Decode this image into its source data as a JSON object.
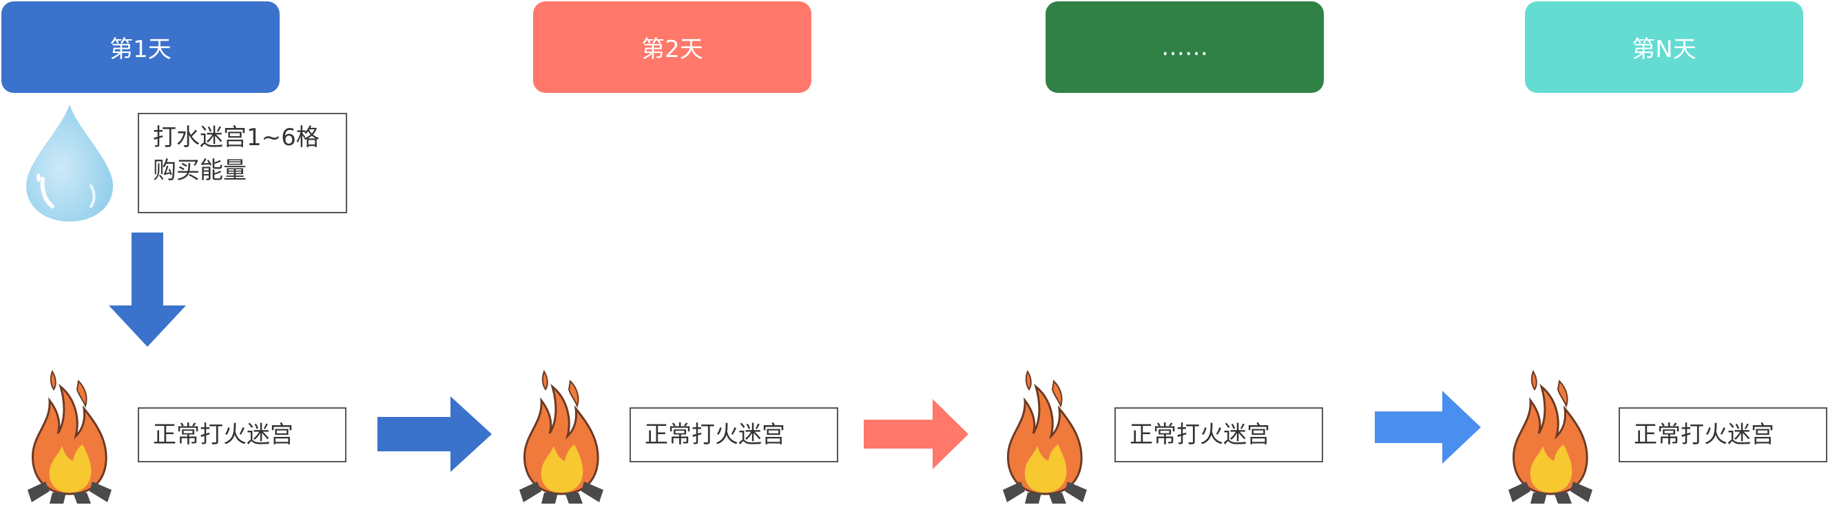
{
  "days": [
    {
      "label": "第1天",
      "color": "#3b72cc"
    },
    {
      "label": "第2天",
      "color": "#ff786a"
    },
    {
      "label": "……",
      "color": "#2f8145"
    },
    {
      "label": "第N天",
      "color": "#64dcd2"
    }
  ],
  "water_box": {
    "line1": "打水迷宫1~6格",
    "line2": "购买能量"
  },
  "fire_boxes": [
    "正常打火迷宫",
    "正常打火迷宫",
    "正常打火迷宫",
    "正常打火迷宫"
  ],
  "colors": {
    "arrow_blue": "#3b72cc",
    "arrow_salmon": "#ff786a",
    "arrow_bright_blue": "#4a8ef0",
    "water": "#a8d8f0",
    "fire_outer": "#ef7a3c",
    "fire_inner": "#f7c830",
    "wood": "#4a4a4a"
  },
  "icons": [
    "water-drop-icon",
    "campfire-icon",
    "arrow-down-icon",
    "arrow-right-icon"
  ]
}
